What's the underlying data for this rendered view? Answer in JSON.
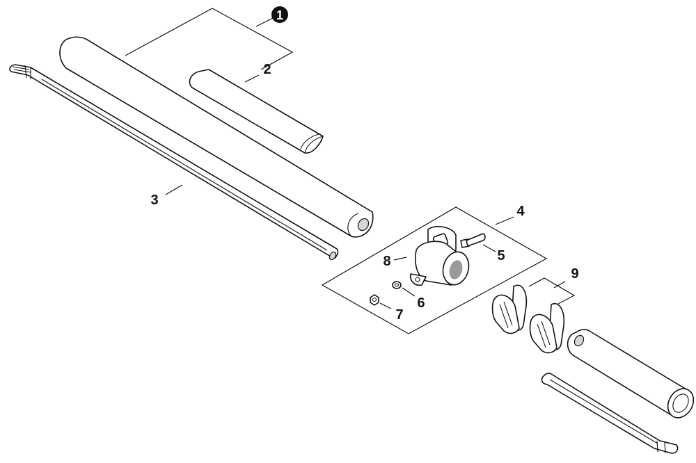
{
  "callouts": {
    "c1": "1",
    "c2": "2",
    "c3": "3",
    "c4": "4",
    "c5": "5",
    "c6": "6",
    "c7": "7",
    "c8": "8",
    "c9": "9"
  },
  "colors": {
    "line": "#111111",
    "background": "#ffffff",
    "badge": "#111111"
  }
}
